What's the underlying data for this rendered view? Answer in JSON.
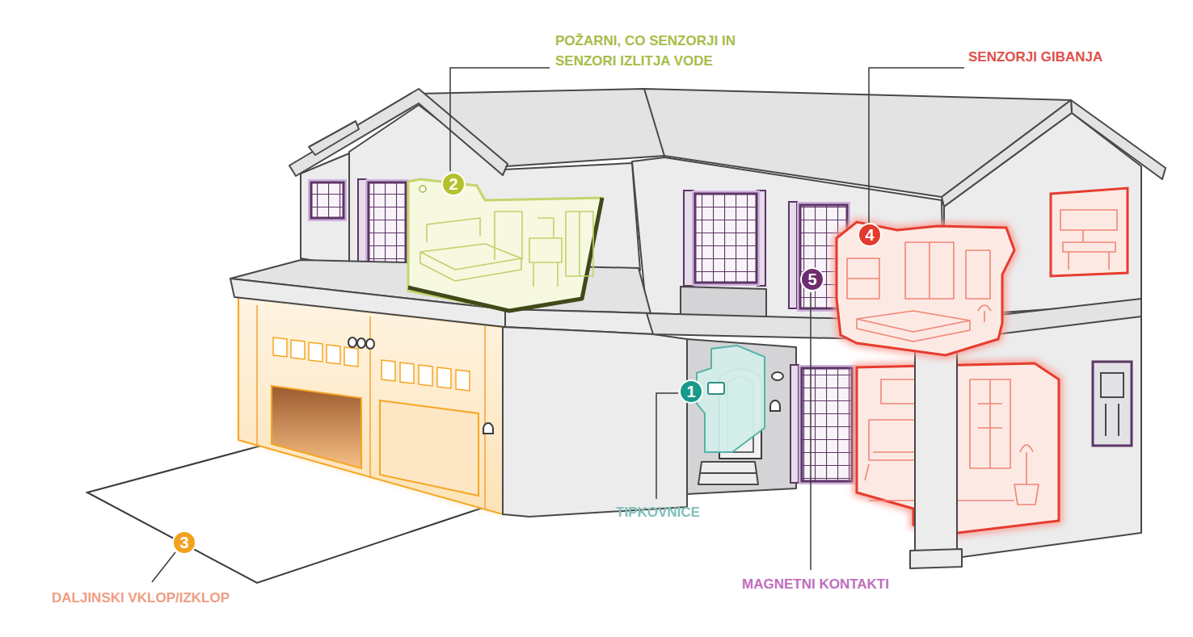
{
  "diagram": {
    "nodes": [
      {
        "text": [
          "2"
        ]
      },
      {
        "text": [
          "4"
        ]
      },
      {
        "text": [
          "5"
        ]
      },
      {
        "text": [
          "1"
        ]
      },
      {
        "text": [
          "3"
        ]
      }
    ],
    "labels": [
      "POŽARNI, CO SENZORJI IN SENZORI IZLITJA VODE",
      "SENZORJI GIBANJA",
      "TIPKOVNICE",
      "MAGNETNI KONTAKTI",
      "DALJINSKI VKLOP/IZKLOP"
    ]
  }
}
